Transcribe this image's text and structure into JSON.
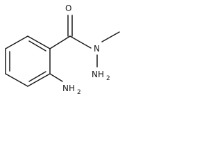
{
  "molecule": {
    "atoms": {
      "carbonyl_oxygen": "O",
      "hydrazide_nitrogen": "N",
      "terminal_amine": {
        "element": "NH",
        "subscript": "2"
      },
      "aryl_amine": {
        "element": "NH",
        "subscript": "2"
      }
    }
  },
  "colors": {
    "bond": "#1a1a1a",
    "background": "#ffffff"
  }
}
